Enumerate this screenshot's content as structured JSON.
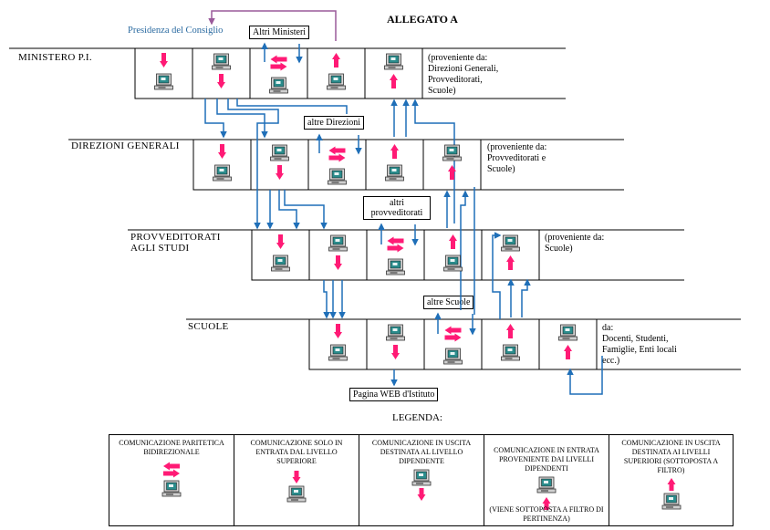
{
  "header": {
    "title": "ALLEGATO A",
    "presidenza": "Presidenza del Consiglio",
    "altri_ministeri": "Altri Ministeri"
  },
  "levels": [
    {
      "name": "MINISTERO P.I.",
      "note": [
        "(proveniente da:",
        "Direzioni Generali,",
        "Provveditorati,",
        "Scuole)"
      ]
    },
    {
      "name": "DIREZIONI GENERALI",
      "note": [
        "(proveniente da:",
        "Provveditorati e",
        "Scuole)"
      ]
    },
    {
      "name": "PROVVEDITORATI AGLI STUDI",
      "note": [
        "(proveniente da:",
        "Scuole)"
      ]
    },
    {
      "name": "SCUOLE",
      "note": [
        "da:",
        "Docenti, Studenti,",
        "Famiglie, Enti locali",
        "ecc.)"
      ]
    }
  ],
  "boxes": {
    "altre_direzioni": "altre Direzioni",
    "altri_provveditorati": "altri provveditorati",
    "altre_scuole": "altre Scuole",
    "pagina_web": "Pagina WEB d'Istituto"
  },
  "legend": {
    "title": "LEGENDA:",
    "items": [
      {
        "text": "COMUNICAZIONE PARITETICA BIDIREZIONALE",
        "icon": "bidirectional-icon"
      },
      {
        "text": "COMUNICAZIONE SOLO IN ENTRATA DAL LIVELLO SUPERIORE",
        "icon": "incoming-from-above-icon"
      },
      {
        "text": "COMUNICAZIONE IN USCITA DESTINATA AL LIVELLO DIPENDENTE",
        "icon": "outgoing-down-icon"
      },
      {
        "text": "COMUNICAZIONE IN ENTRATA PROVENIENTE DAI LIVELLI DIPENDENTI",
        "extra": "(VIENE SOTTOPOSTA A FILTRO DI PERTINENZA)",
        "icon": "incoming-from-below-icon"
      },
      {
        "text": "COMUNICAZIONE IN USCITA DESTINATA AI LIVELLI SUPERIORI (SOTTOPOSTA A FILTRO)",
        "icon": "outgoing-up-icon"
      }
    ]
  },
  "colors": {
    "arrow_pink": "#ff1a75",
    "flow_blue": "#1f6fb8",
    "line_purple": "#9a5a9a"
  }
}
